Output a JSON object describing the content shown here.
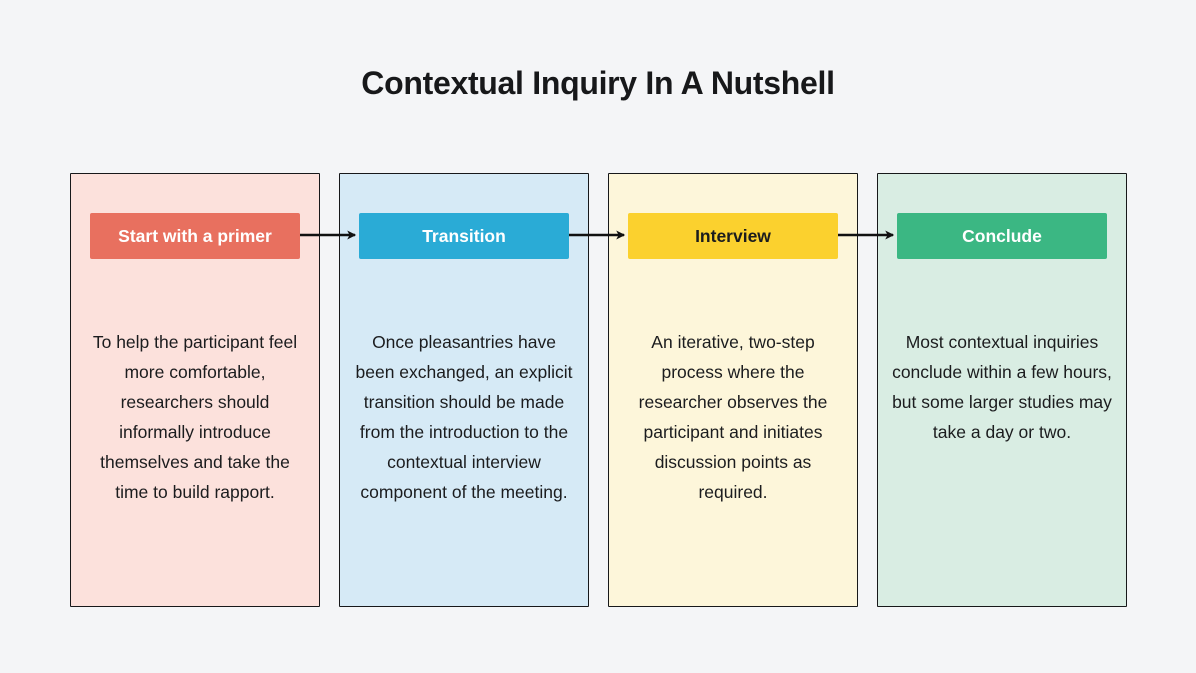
{
  "title": "Contextual Inquiry In A Nutshell",
  "colors": {
    "page_background": "#f4f5f7",
    "card_border": "#17181a",
    "arrow": "#111111",
    "body_text": "#1b1c1e"
  },
  "steps": [
    {
      "label": "Start with a primer",
      "description": "To help the participant feel more comfortable, researchers should informally introduce themselves and take the time to build rapport.",
      "colors": {
        "card_bg": "#fce1dc",
        "header_bg": "#e8705f",
        "header_text": "#ffffff"
      }
    },
    {
      "label": "Transition",
      "description": "Once pleasantries have been exchanged, an explicit transition should be made from the introduction to the contextual interview component of the meeting.",
      "colors": {
        "card_bg": "#d6eaf6",
        "header_bg": "#2aabd6",
        "header_text": "#ffffff"
      }
    },
    {
      "label": "Interview",
      "description": "An iterative, two-step process where the researcher observes the participant and initiates discussion points as required.",
      "colors": {
        "card_bg": "#fdf6da",
        "header_bg": "#fbd12e",
        "header_text": "#1b1c1e"
      }
    },
    {
      "label": "Conclude",
      "description": "Most contextual inquiries conclude within a few hours, but some larger studies may take a day or two.",
      "colors": {
        "card_bg": "#d9ede3",
        "header_bg": "#3bb783",
        "header_text": "#ffffff"
      }
    }
  ]
}
